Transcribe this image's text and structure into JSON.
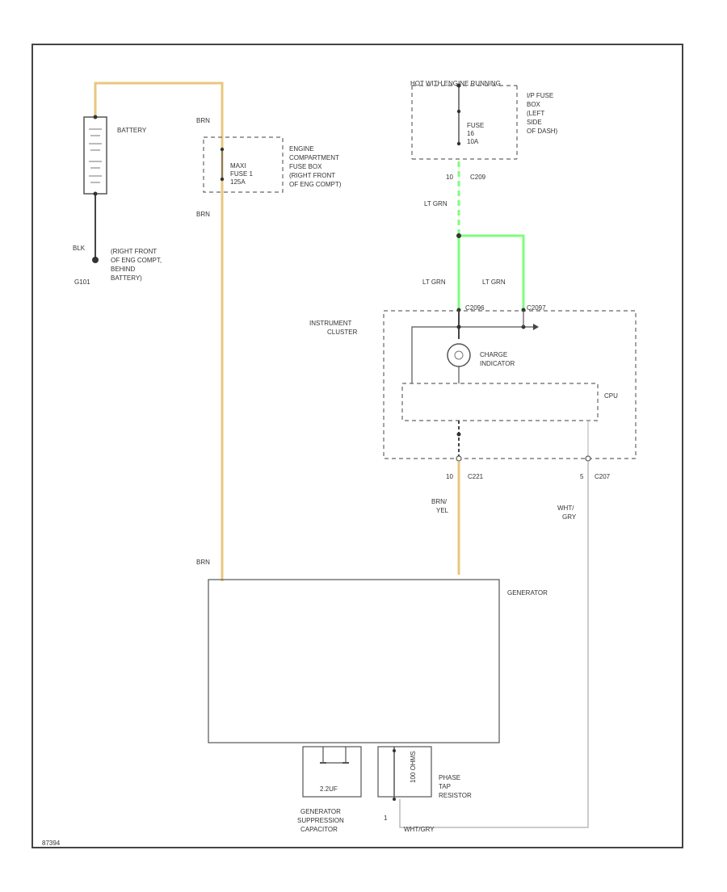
{
  "colors": {
    "wire_brn": "#e8c77f",
    "wire_ltgrn": "#7dff7d",
    "wire_blk": "#444444",
    "wire_wht_gry": "#bbbbbb"
  },
  "battery": {
    "label": "BATTERY",
    "wire_bottom": "BLK",
    "ground_id": "G101",
    "ground_loc": [
      "(RIGHT FRONT",
      "OF ENG COMPT,",
      "BEHIND",
      "BATTERY)"
    ]
  },
  "engine_fuse_box": {
    "fuse": [
      "MAXI",
      "FUSE 1",
      "125A"
    ],
    "desc": [
      "ENGINE",
      "COMPARTMENT",
      "FUSE BOX",
      "(RIGHT FRONT",
      "OF ENG COMPT)"
    ],
    "wire_top": "BRN",
    "wire_mid": "BRN",
    "wire_bottom": "BRN"
  },
  "ip_fuse_box": {
    "power_label": "HOT WITH ENGINE RUNNING",
    "fuse": [
      "FUSE",
      "16",
      "10A"
    ],
    "desc": [
      "I/P FUSE",
      "BOX",
      "(LEFT",
      "SIDE",
      "OF DASH)"
    ],
    "connector_pin": "10",
    "connector_id": "C209",
    "wire": "LT GRN"
  },
  "instrument_cluster": {
    "label": [
      "INSTRUMENT",
      "CLUSTER"
    ],
    "conn_left": "C2096",
    "conn_right": "C2097",
    "wire_left": "LT GRN",
    "wire_right": "LT GRN",
    "indicator": [
      "CHARGE",
      "INDICATOR"
    ],
    "cpu_label": "CPU",
    "conn_bottom_left_pin": "10",
    "conn_bottom_left_id": "C221",
    "conn_bottom_right_pin": "5",
    "conn_bottom_right_id": "C207"
  },
  "wires": {
    "brn_yel": [
      "BRN/",
      "YEL"
    ],
    "wht_gry": [
      "WHT/",
      "GRY"
    ],
    "wht_gry_bottom": "WHT/GRY"
  },
  "generator": {
    "label": "GENERATOR",
    "capacitor": [
      "GENERATOR",
      "SUPPRESSION",
      "CAPACITOR"
    ],
    "cap_symbol": "2.2UF",
    "resistor_label": [
      "PHASE",
      "TAP",
      "RESISTOR"
    ],
    "resistor_value": "100 OHMS",
    "pin": "1"
  },
  "figure_id": "87394"
}
